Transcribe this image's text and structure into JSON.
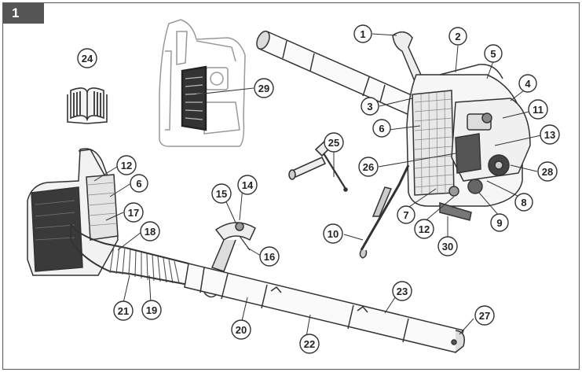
{
  "figure": {
    "number": "1"
  },
  "callouts": [
    {
      "id": "c1",
      "label": "1"
    },
    {
      "id": "c2",
      "label": "2"
    },
    {
      "id": "c3",
      "label": "3"
    },
    {
      "id": "c4",
      "label": "4"
    },
    {
      "id": "c5",
      "label": "5"
    },
    {
      "id": "c6a",
      "label": "6"
    },
    {
      "id": "c6b",
      "label": "6"
    },
    {
      "id": "c7",
      "label": "7"
    },
    {
      "id": "c8",
      "label": "8"
    },
    {
      "id": "c9",
      "label": "9"
    },
    {
      "id": "c10",
      "label": "10"
    },
    {
      "id": "c11",
      "label": "11"
    },
    {
      "id": "c12a",
      "label": "12"
    },
    {
      "id": "c12b",
      "label": "12"
    },
    {
      "id": "c13",
      "label": "13"
    },
    {
      "id": "c14",
      "label": "14"
    },
    {
      "id": "c15",
      "label": "15"
    },
    {
      "id": "c16",
      "label": "16"
    },
    {
      "id": "c17",
      "label": "17"
    },
    {
      "id": "c18",
      "label": "18"
    },
    {
      "id": "c19",
      "label": "19"
    },
    {
      "id": "c20",
      "label": "20"
    },
    {
      "id": "c21",
      "label": "21"
    },
    {
      "id": "c22",
      "label": "22"
    },
    {
      "id": "c23",
      "label": "23"
    },
    {
      "id": "c24",
      "label": "24"
    },
    {
      "id": "c25",
      "label": "25"
    },
    {
      "id": "c26",
      "label": "26"
    },
    {
      "id": "c27",
      "label": "27"
    },
    {
      "id": "c28",
      "label": "28"
    },
    {
      "id": "c29",
      "label": "29"
    },
    {
      "id": "c30",
      "label": "30"
    }
  ]
}
